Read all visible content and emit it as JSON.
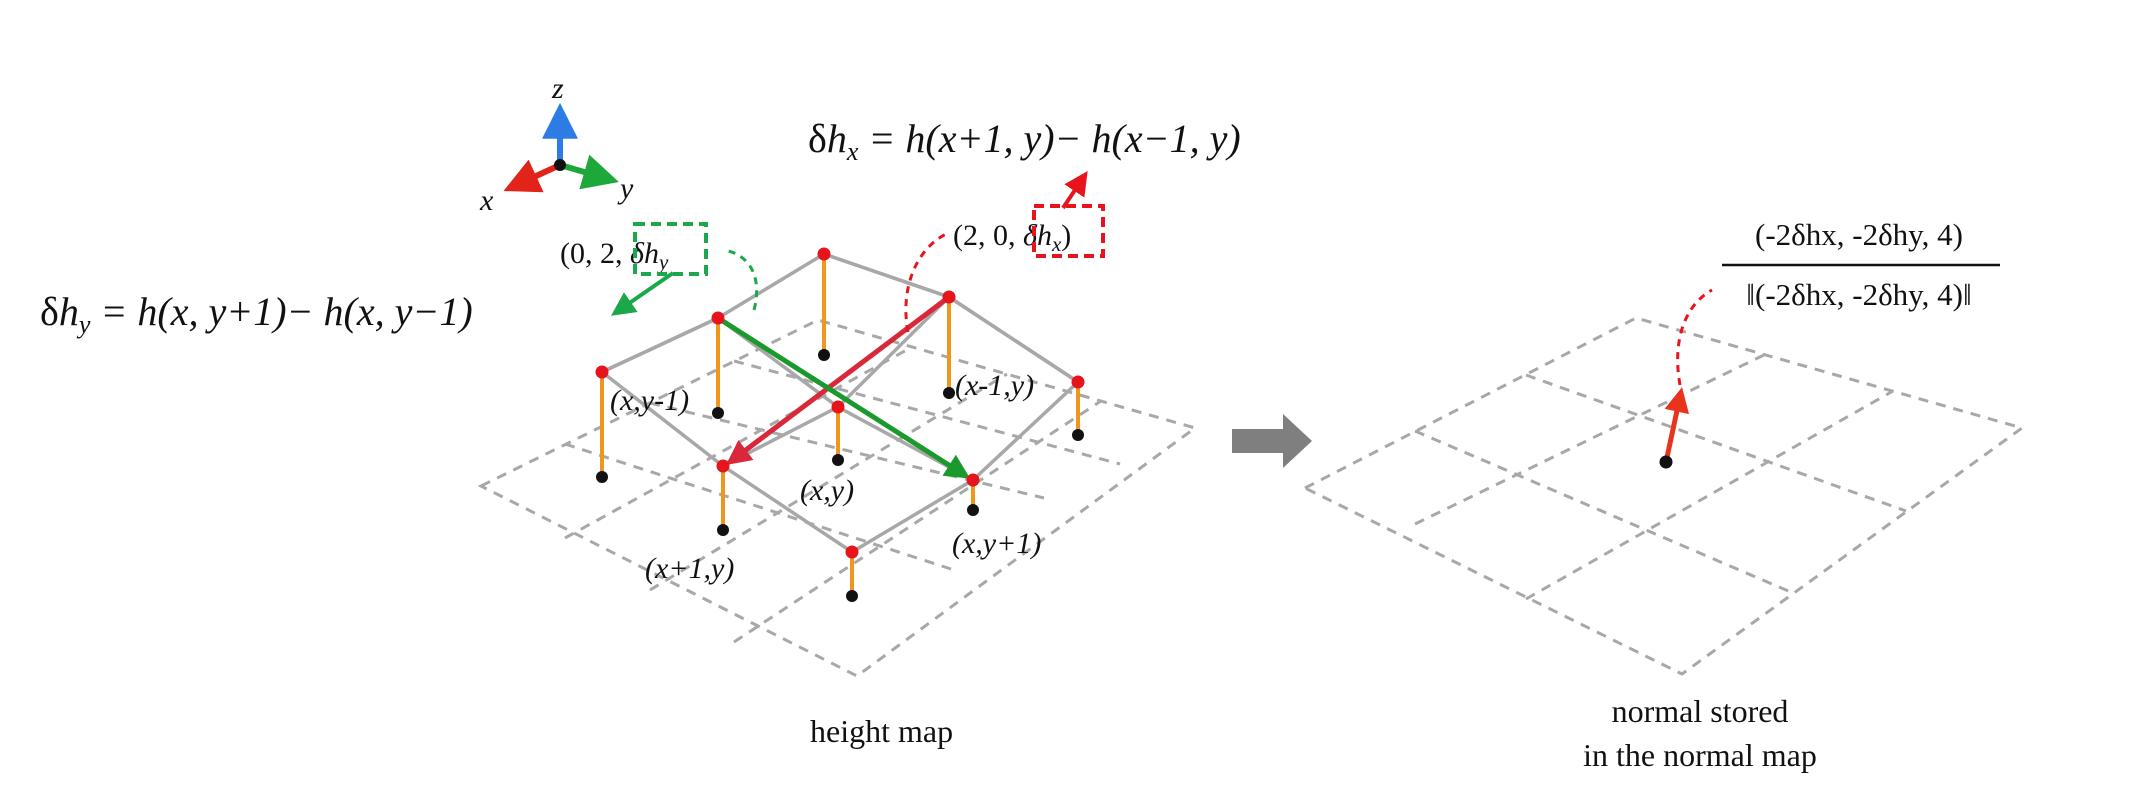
{
  "axes": {
    "z_label": "z",
    "x_label": "x",
    "y_label": "y",
    "z_color": "#2d7be5",
    "x_color": "#e2231a",
    "y_color": "#1fa83a"
  },
  "equations": {
    "dhx": {
      "delta": "δ",
      "h": "h",
      "sub": "x",
      "rhs": " = h(x+1, y)−  h(x−1, y)"
    },
    "dhy": {
      "delta": "δ",
      "h": "h",
      "sub": "y",
      "rhs": " = h(x, y+1)−  h(x, y−1)"
    }
  },
  "vectors": {
    "dhx_vector_prefix": "(2, 0, ",
    "dhx_vector_delta": "δh",
    "dhx_vector_sub": "x",
    "dhx_vector_suffix": ")",
    "dhy_vector_prefix": "(0, 2, ",
    "dhy_vector_delta": "δh",
    "dhy_vector_sub": "y",
    "dhy_vector_suffix": ""
  },
  "grid_labels": {
    "x_ym1": "(x,y-1)",
    "xm1_y": "(x-1,y)",
    "x_y": "(x,y)",
    "xp1_y": "(x+1,y)",
    "x_yp1": "(x,y+1)"
  },
  "normal_formula": {
    "numerator": "(-2δhx, -2δhy, 4)",
    "denominator": "‖(-2δhx, -2δhy, 4)‖"
  },
  "captions": {
    "height_map": "height map",
    "normal_line1": "normal stored",
    "normal_line2": "in the normal map"
  },
  "colors": {
    "height_point": "#e8141c",
    "base_point": "#111111",
    "stem": "#f0961e",
    "surface_edge": "#a8a8a8",
    "grid": "#a8a8a8",
    "dx_arrow": "#d9283a",
    "dy_arrow": "#1a9a2c",
    "dx_box": "#e8141c",
    "dy_box": "#1aa84a",
    "normal": "#e8341c",
    "flow_arrow": "#7f7f7f"
  }
}
